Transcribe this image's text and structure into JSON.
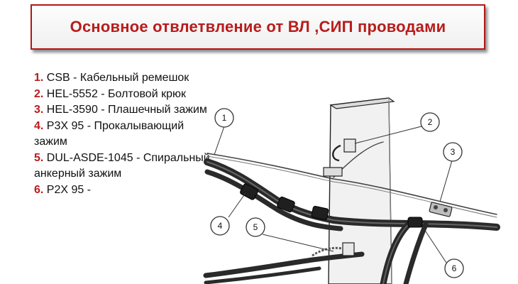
{
  "title": "Основное отвлетвление от ВЛ ,СИП проводами",
  "legend": [
    {
      "num": "1.",
      "text": " CSB - Кабельный ремешок"
    },
    {
      "num": "2.",
      "text": " HEL-5552 - Болтовой крюк"
    },
    {
      "num": "3.",
      "text": " HEL-3590 - Плашечный зажим"
    },
    {
      "num": "4.",
      "text": " P3X 95 - Прокалывающий зажим"
    },
    {
      "num": "5.",
      "text": " DUL-ASDE-1045 - Спиральный анкерный зажим"
    },
    {
      "num": "6.",
      "text": " P2X 95 -"
    }
  ],
  "callouts": [
    "1",
    "2",
    "3",
    "4",
    "5",
    "6"
  ],
  "colors": {
    "title_red": "#b81c1c",
    "title_border": "#b01818",
    "cable": "#2a2a2a",
    "pole": "#efefef"
  }
}
